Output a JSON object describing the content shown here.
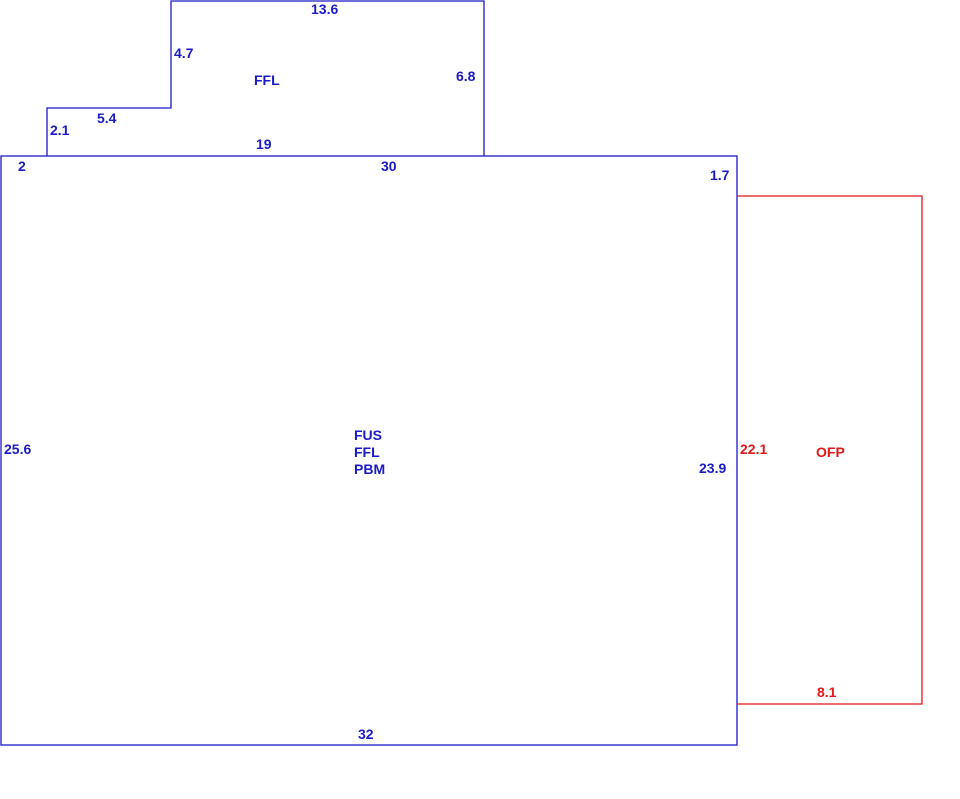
{
  "colors": {
    "main": "#1a1ac8",
    "porch": "#e01818"
  },
  "upper_section": {
    "code": "FFL",
    "dims": {
      "top": "13.6",
      "step_vertical": "4.7",
      "right": "6.8",
      "step_horizontal": "5.4",
      "left": "2.1",
      "bottom": "19"
    }
  },
  "main_section": {
    "codes": [
      "FUS",
      "FFL",
      "PBM"
    ],
    "dims": {
      "top_left_offset": "2",
      "top": "30",
      "right_top_offset": "1.7",
      "left": "25.6",
      "right": "23.9",
      "bottom": "32"
    }
  },
  "porch_section": {
    "code": "OFP",
    "dims": {
      "left": "22.1",
      "bottom": "8.1"
    }
  }
}
